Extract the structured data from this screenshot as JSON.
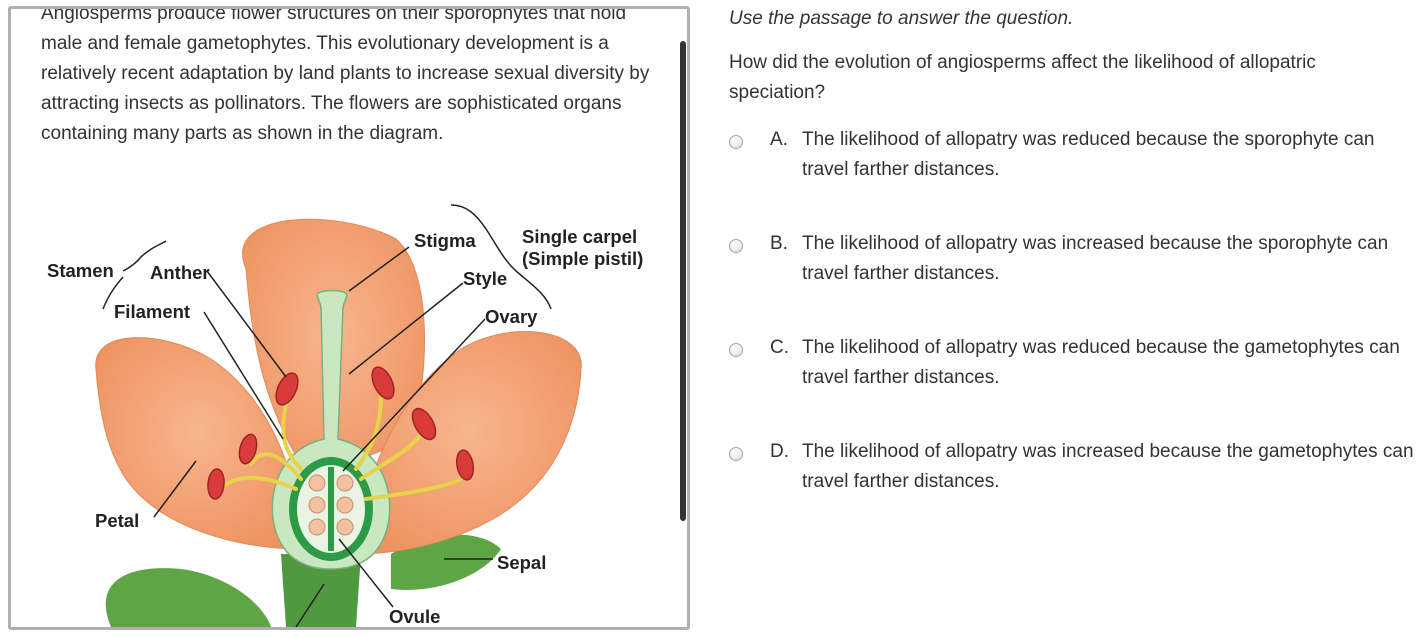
{
  "passage": {
    "text": "Angiosperms produce flower structures on their sporophytes that hold male and female gametophytes. This evolutionary development is a relatively recent adaptation by land plants to increase sexual diversity by attracting insects as pollinators. The flowers are sophisticated organs containing many parts as shown in the diagram."
  },
  "diagram": {
    "labels": {
      "stamen": "Stamen",
      "anther": "Anther",
      "filament": "Filament",
      "stigma": "Stigma",
      "style": "Style",
      "ovary": "Ovary",
      "carpel_line1": "Single carpel",
      "carpel_line2": "(Simple pistil)",
      "petal": "Petal",
      "sepal": "Sepal",
      "ovule": "Ovule"
    },
    "colors": {
      "petal": "#f3a274",
      "anther": "#d93b3b",
      "filament": "#e8d24a",
      "pistil": "#c9e8c2",
      "ovary": "#2d9a47",
      "sepal": "#5fa545"
    }
  },
  "question": {
    "instructions": "Use the passage to answer the question.",
    "prompt": "How did the evolution of angiosperms affect the likelihood of allopatric speciation?",
    "choices": [
      {
        "letter": "A.",
        "text": "The likelihood of allopatry was reduced because the sporophyte can travel farther distances."
      },
      {
        "letter": "B.",
        "text": "The likelihood of allopatry was increased because the sporophyte can travel farther distances."
      },
      {
        "letter": "C.",
        "text": "The likelihood of allopatry was reduced because the gametophytes can travel farther distances."
      },
      {
        "letter": "D.",
        "text": "The likelihood of allopatry was increased because the gametophytes can travel farther distances."
      }
    ]
  }
}
